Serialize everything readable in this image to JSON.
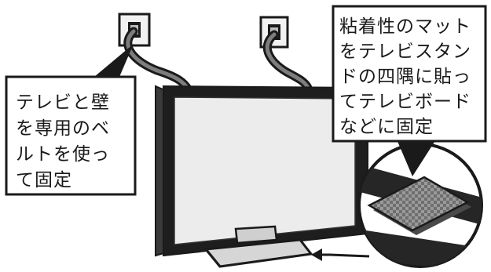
{
  "colors": {
    "ink": "#1a1a1a",
    "screen": "#ececec",
    "bezel": "#1e1e1e",
    "stand": "#d6d6d6",
    "mat": "#8a8a8a"
  },
  "callout_left": {
    "lines": [
      "テレビと壁",
      "を専用のベ",
      "ルトを使っ",
      "て固定"
    ]
  },
  "callout_right": {
    "lines": [
      "粘着性のマット",
      "をテレビスタン",
      "ドの四隅に貼っ",
      "てテレビボード",
      "などに固定"
    ]
  },
  "icons": {
    "wall_anchor": "wall-anchor-icon",
    "mat": "adhesive-mat-icon",
    "arrow": "arrow-icon"
  }
}
